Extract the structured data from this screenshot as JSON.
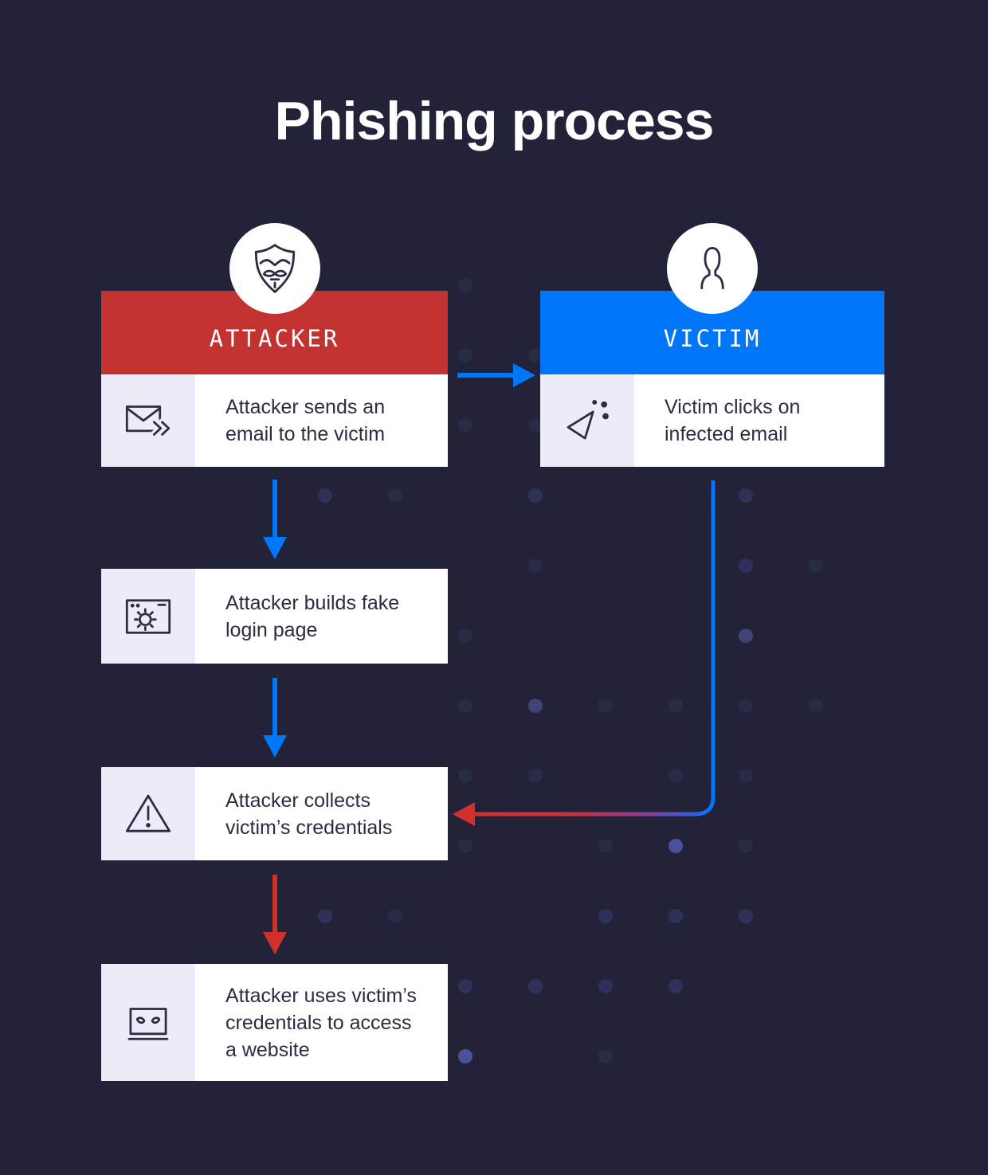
{
  "title": "Phishing process",
  "actors": {
    "attacker": {
      "label": "ATTACKER",
      "icon": "anonymous-mask-icon",
      "color": "#c23231"
    },
    "victim": {
      "label": "VICTIM",
      "icon": "person-icon",
      "color": "#0077fa"
    }
  },
  "steps": [
    {
      "actor": "attacker",
      "icon": "email-send-icon",
      "text": "Attacker sends an\nemail to the victim"
    },
    {
      "actor": "victim",
      "icon": "cursor-click-icon",
      "text": "Victim clicks on\ninfected email"
    },
    {
      "actor": "attacker",
      "icon": "fake-login-page-icon",
      "text": "Attacker builds fake\nlogin page"
    },
    {
      "actor": "attacker",
      "icon": "warning-icon",
      "text": "Attacker collects\nvictim’s credentials"
    },
    {
      "actor": "attacker",
      "icon": "hacker-laptop-icon",
      "text": "Attacker uses victim’s\ncredentials to access\na website"
    }
  ],
  "colors": {
    "background": "#222338",
    "attacker_red": "#c23231",
    "victim_blue": "#0077fa",
    "arrow_blue": "#0077fa",
    "arrow_red": "#d2302c",
    "card": "#ffffff",
    "icon_panel": "#ebecf7",
    "text": "#2b2d42"
  }
}
